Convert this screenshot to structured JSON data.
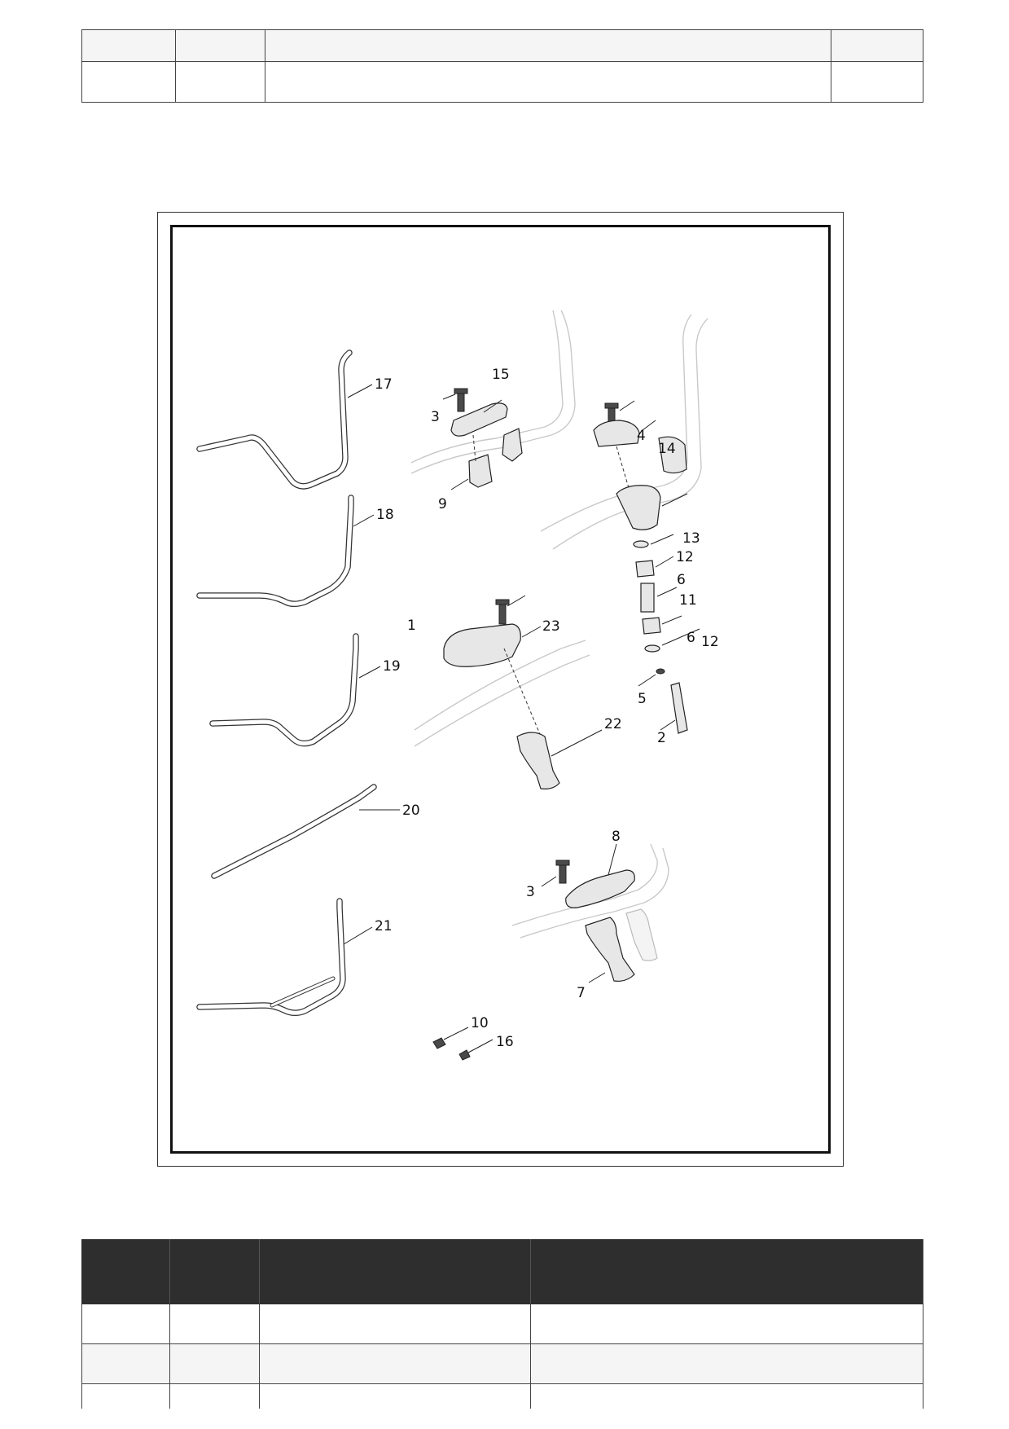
{
  "figure": {
    "callouts": [
      "1",
      "2",
      "3",
      "3",
      "4",
      "5",
      "6",
      "6",
      "7",
      "8",
      "9",
      "10",
      "11",
      "12",
      "12",
      "13",
      "14",
      "15",
      "16",
      "17",
      "18",
      "19",
      "20",
      "21",
      "22",
      "23"
    ]
  },
  "top_table": {
    "rows": [
      [
        "",
        "",
        "",
        ""
      ],
      [
        "",
        "",
        "",
        ""
      ]
    ]
  },
  "bottom_table": {
    "headers": [
      "",
      "",
      "",
      ""
    ],
    "rows": [
      [
        "",
        "",
        "",
        ""
      ],
      [
        "",
        "",
        "",
        ""
      ],
      [
        "",
        "",
        "",
        ""
      ]
    ]
  }
}
